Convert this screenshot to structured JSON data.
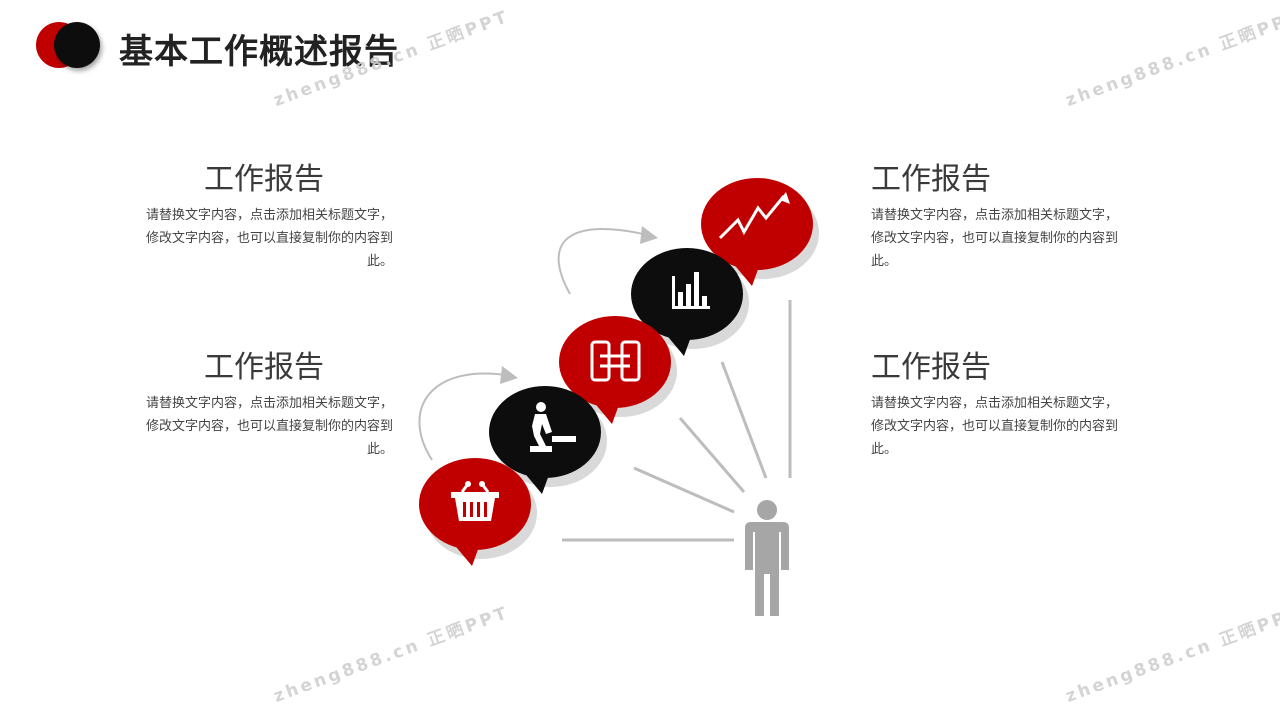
{
  "header": {
    "title": "基本工作概述报告"
  },
  "watermark_text": "zheng888.cn 正晒PPT",
  "blocks": [
    {
      "heading": "工作报告",
      "body": "请替换文字内容，点击添加相关标题文字，修改文字内容，也可以直接复制你的内容到此。"
    },
    {
      "heading": "工作报告",
      "body": "请替换文字内容，点击添加相关标题文字，修改文字内容，也可以直接复制你的内容到此。"
    },
    {
      "heading": "工作报告",
      "body": "请替换文字内容，点击添加相关标题文字，修改文字内容，也可以直接复制你的内容到此。"
    },
    {
      "heading": "工作报告",
      "body": "请替换文字内容，点击添加相关标题文字，修改文字内容，也可以直接复制你的内容到此。"
    }
  ],
  "steps": [
    {
      "icon": "shopping-basket-icon",
      "color": "#c00000"
    },
    {
      "icon": "person-climbing-stairs-icon",
      "color": "#0d0d0d"
    },
    {
      "icon": "phone-transfer-icon",
      "color": "#c00000"
    },
    {
      "icon": "bar-chart-icon",
      "color": "#0d0d0d"
    },
    {
      "icon": "trend-line-icon",
      "color": "#c00000"
    }
  ],
  "figure_icon": "person-icon",
  "colors": {
    "accent_red": "#c00000",
    "dark": "#0d0d0d",
    "connector_gray": "#bdbdbd",
    "person_gray": "#a6a6a6"
  }
}
